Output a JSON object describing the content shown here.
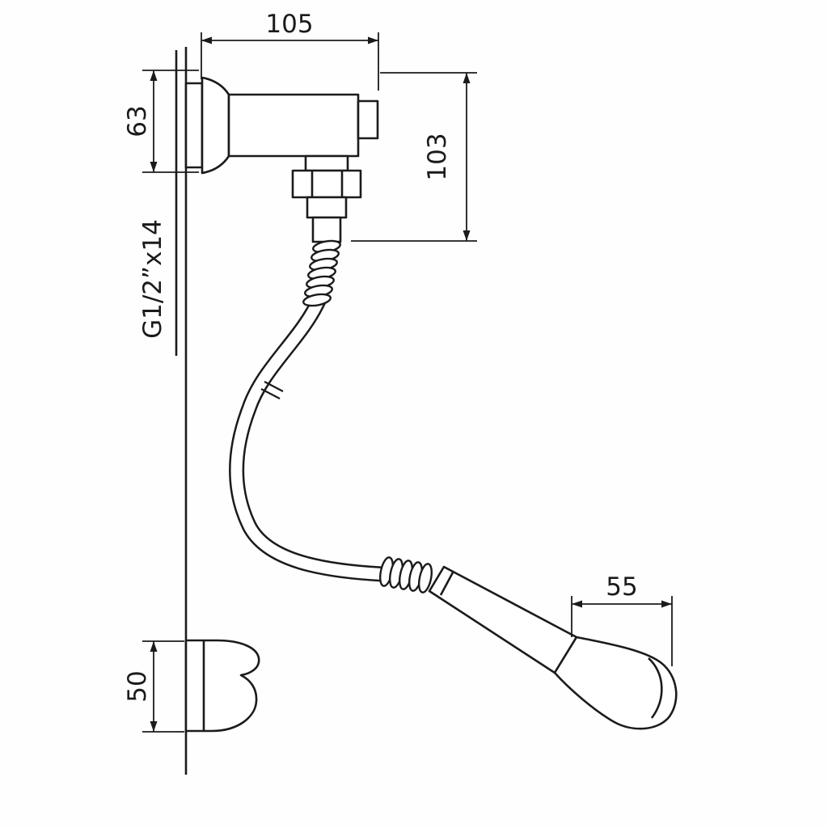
{
  "drawing": {
    "type": "technical-dimension-drawing",
    "subject": "wall-mounted shut-off valve with hand spray hose and wall bracket",
    "line_color": "#1b1b1b",
    "background_color": "#fefefe",
    "dimensions": {
      "top_width": "105",
      "flange_height": "63",
      "valve_height": "103",
      "thread_spec": "G1/2”x14",
      "head_width": "55",
      "bracket_height": "50"
    }
  }
}
